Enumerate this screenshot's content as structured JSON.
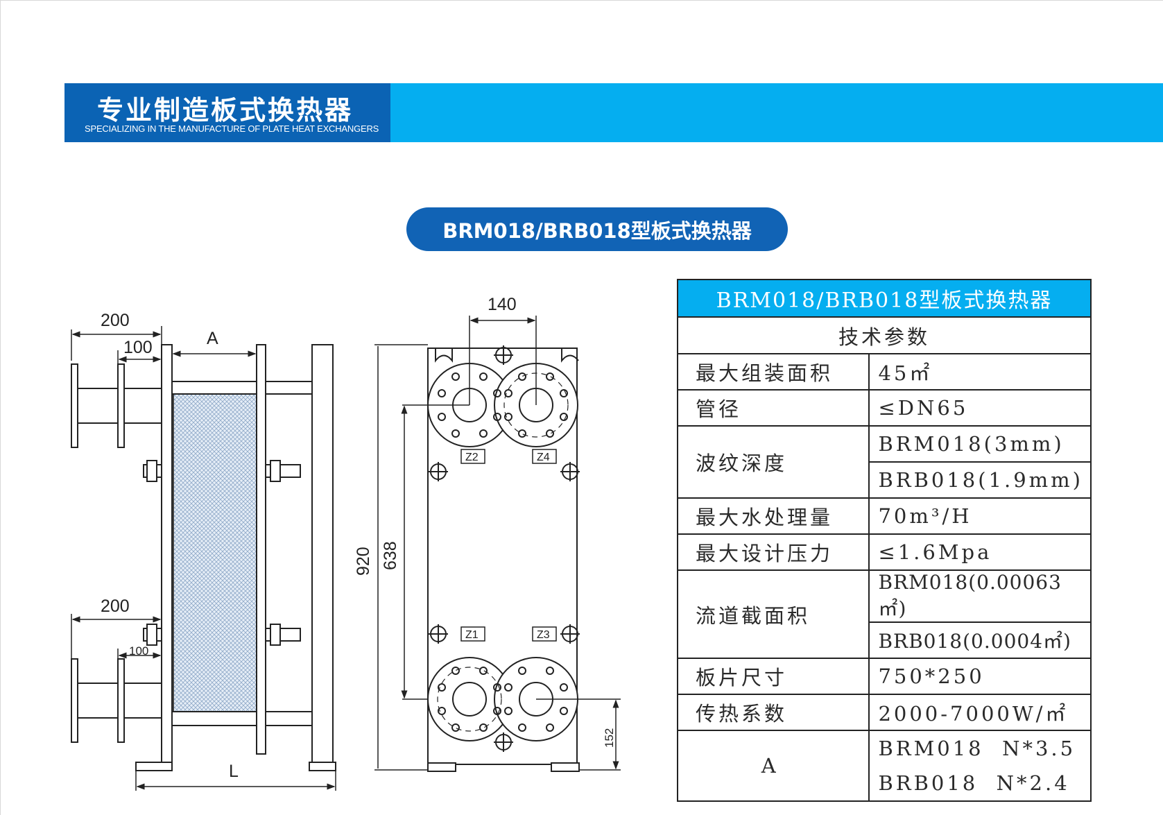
{
  "header": {
    "title": "专业制造板式换热器",
    "subtitle": "SPECIALIZING IN THE MANUFACTURE OF PLATE HEAT EXCHANGERS"
  },
  "product_title": "BRM018/BRB018型板式换热器",
  "drawing": {
    "side_view": {
      "dim_top_200": "200",
      "dim_top_100": "100",
      "dim_a": "A",
      "dim_bottom_200": "200",
      "dim_bottom_100": "100",
      "dim_l": "L"
    },
    "front_view": {
      "dim_140": "140",
      "dim_920": "920",
      "dim_638": "638",
      "dim_152": "152",
      "port_z1": "Z1",
      "port_z2": "Z2",
      "port_z3": "Z3",
      "port_z4": "Z4"
    }
  },
  "spec_table": {
    "title": "BRM018/BRB018型板式换热器",
    "section": "技术参数",
    "rows": {
      "area_label": "最大组装面积",
      "area_value": "45㎡",
      "pipe_label": "管径",
      "pipe_value": "≤DN65",
      "depth_label": "波纹深度",
      "depth_value_1": "BRM018(3mm)",
      "depth_value_2": "BRB018(1.9mm)",
      "flow_label": "最大水处理量",
      "flow_value": "70m³/H",
      "pressure_label": "最大设计压力",
      "pressure_value": "≤1.6Mpa",
      "channel_label": "流道截面积",
      "channel_value_1": "BRM018(0.00063㎡)",
      "channel_value_2": "BRB018(0.0004㎡)",
      "plate_label": "板片尺寸",
      "plate_value": "750*250",
      "coef_label": "传热系数",
      "coef_value": "2000-7000W/㎡",
      "a_label": "A",
      "a_value_1": "BRM018  N*3.5",
      "a_value_2": "BRB018  N*2.4"
    }
  },
  "colors": {
    "banner_dark": "#0b63b4",
    "banner_light": "#05aef0",
    "pill": "#1163b5",
    "mesh": "#cfe0ef"
  }
}
